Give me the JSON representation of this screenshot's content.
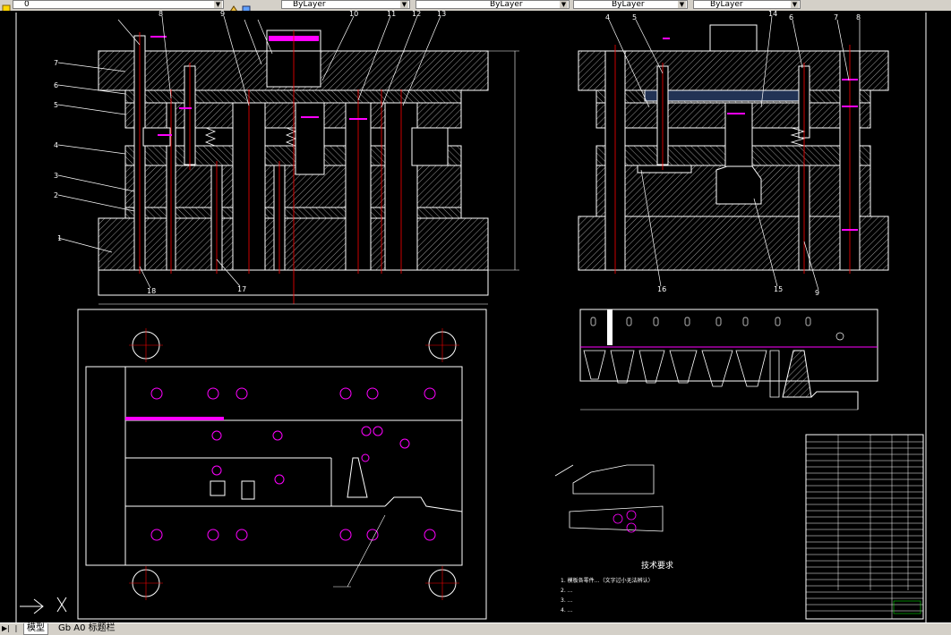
{
  "toolbar": {
    "layer_combo": "0",
    "color_combo": "ByLayer",
    "linetype_combo": "ByLayer",
    "lineweight_combo": "ByLayer",
    "plotstyle_combo": "ByLayer"
  },
  "layout_tabs": [
    {
      "label": "模型",
      "active": true
    },
    {
      "label": "Gb A0 标题栏",
      "active": false
    }
  ],
  "balloons_main": [
    "1",
    "2",
    "3",
    "4",
    "5",
    "6",
    "7",
    "8",
    "9",
    "10",
    "11",
    "12",
    "13",
    "17",
    "18"
  ],
  "balloons_side": [
    "4",
    "5",
    "14",
    "6",
    "7",
    "8",
    "16",
    "15",
    "9"
  ],
  "tech_title": "技术要求",
  "tech_lines": [
    "1. 模板各零件…（文字过小无法辨认）",
    "2. …",
    "3. …",
    "4. …"
  ],
  "colors": {
    "line": "#ffffff",
    "center": "#ff0000",
    "dim": "#ff00ff",
    "title_text": "#00ff00",
    "background": "#000000"
  }
}
